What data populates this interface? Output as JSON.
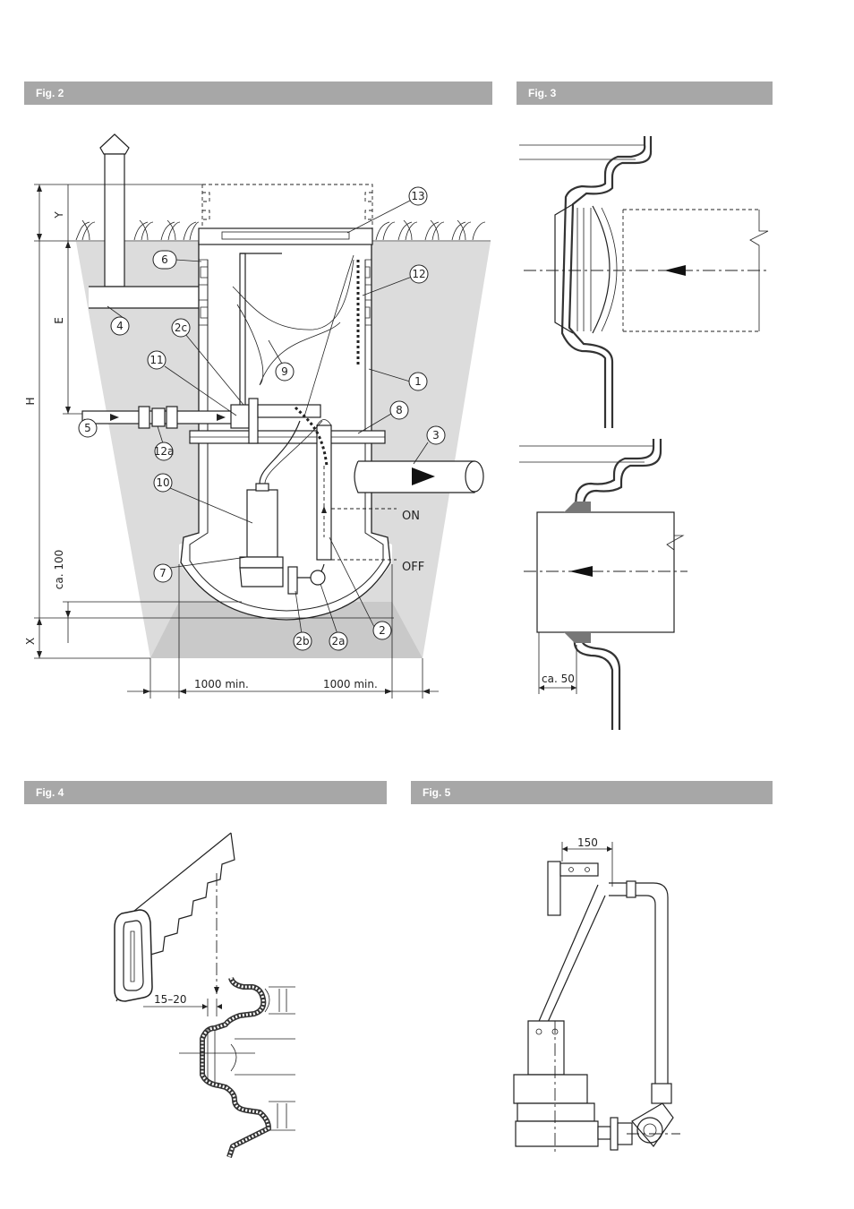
{
  "figures": {
    "fig2": {
      "title": "Fig. 2"
    },
    "fig3": {
      "title": "Fig. 3"
    },
    "fig4": {
      "title": "Fig. 4"
    },
    "fig5": {
      "title": "Fig. 5"
    }
  },
  "fig2": {
    "callouts": [
      "1",
      "2",
      "2a",
      "2b",
      "2c",
      "3",
      "4",
      "5",
      "6",
      "7",
      "8",
      "9",
      "10",
      "11",
      "12",
      "12a",
      "13"
    ],
    "levels": {
      "on": "ON",
      "off": "OFF"
    },
    "dims": {
      "y": "Y",
      "e": "E",
      "h": "H",
      "x": "X",
      "ca100": "ca. 100",
      "min_left": "1000 min.",
      "min_right": "1000 min."
    }
  },
  "fig3": {
    "dims": {
      "ca50": "ca. 50"
    }
  },
  "fig4": {
    "dims": {
      "gap": "15–20"
    }
  },
  "fig5": {
    "dims": {
      "offset": "150"
    }
  }
}
